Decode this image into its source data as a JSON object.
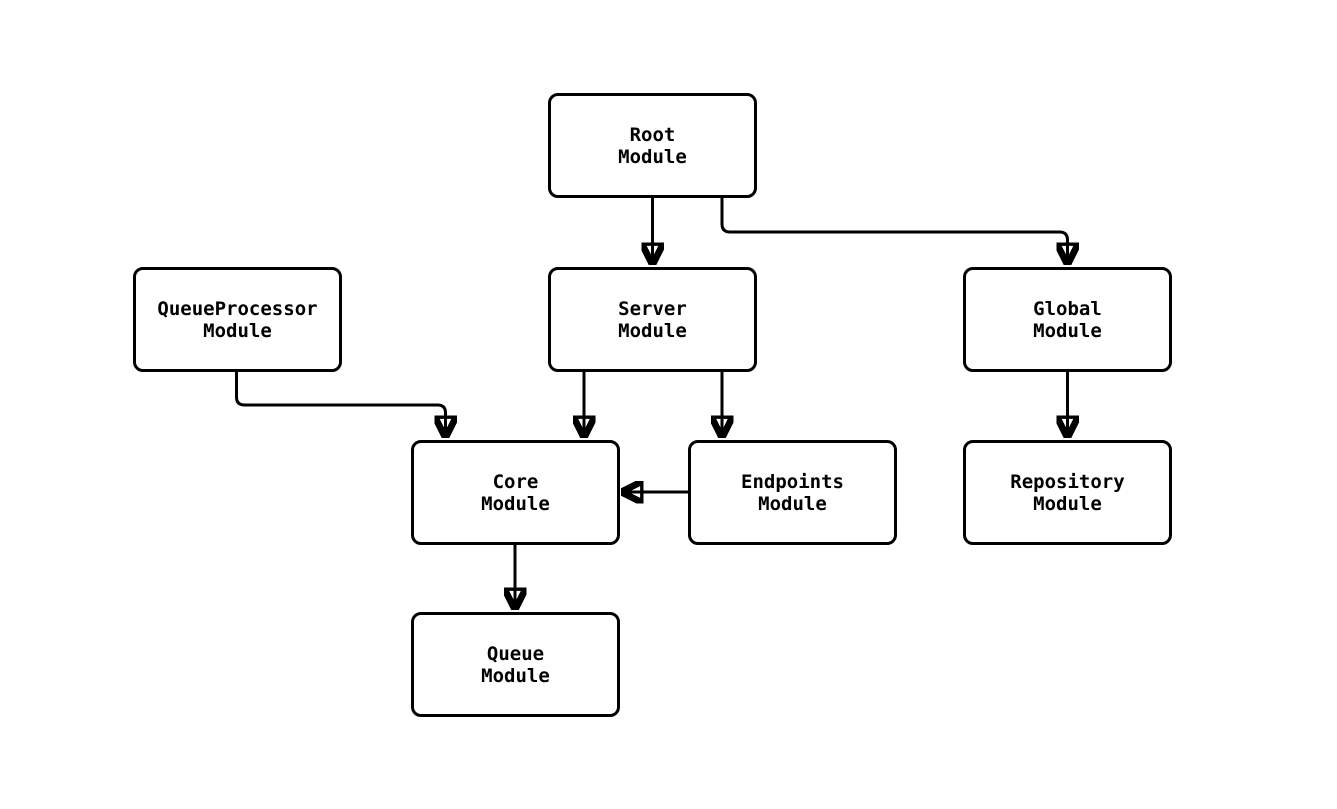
{
  "diagram": {
    "type": "flowchart",
    "background_color": "#ffffff",
    "node_fill_color": "#ffffff",
    "node_border_color": "#000000",
    "edge_color": "#000000",
    "text_color": "#000000",
    "nodes": {
      "root": {
        "line1": "Root",
        "line2": "Module"
      },
      "queueprocessor": {
        "line1": "QueueProcessor",
        "line2": "Module"
      },
      "server": {
        "line1": "Server",
        "line2": "Module"
      },
      "global": {
        "line1": "Global",
        "line2": "Module"
      },
      "core": {
        "line1": "Core",
        "line2": "Module"
      },
      "endpoints": {
        "line1": "Endpoints",
        "line2": "Module"
      },
      "repository": {
        "line1": "Repository",
        "line2": "Module"
      },
      "queue": {
        "line1": "Queue",
        "line2": "Module"
      }
    },
    "edges": [
      {
        "from": "Root Module",
        "to": "Server Module"
      },
      {
        "from": "Root Module",
        "to": "Global Module"
      },
      {
        "from": "QueueProcessor Module",
        "to": "Core Module"
      },
      {
        "from": "Server Module",
        "to": "Core Module"
      },
      {
        "from": "Server Module",
        "to": "Endpoints Module"
      },
      {
        "from": "Endpoints Module",
        "to": "Core Module"
      },
      {
        "from": "Global Module",
        "to": "Repository Module"
      },
      {
        "from": "Core Module",
        "to": "Queue Module"
      }
    ]
  }
}
